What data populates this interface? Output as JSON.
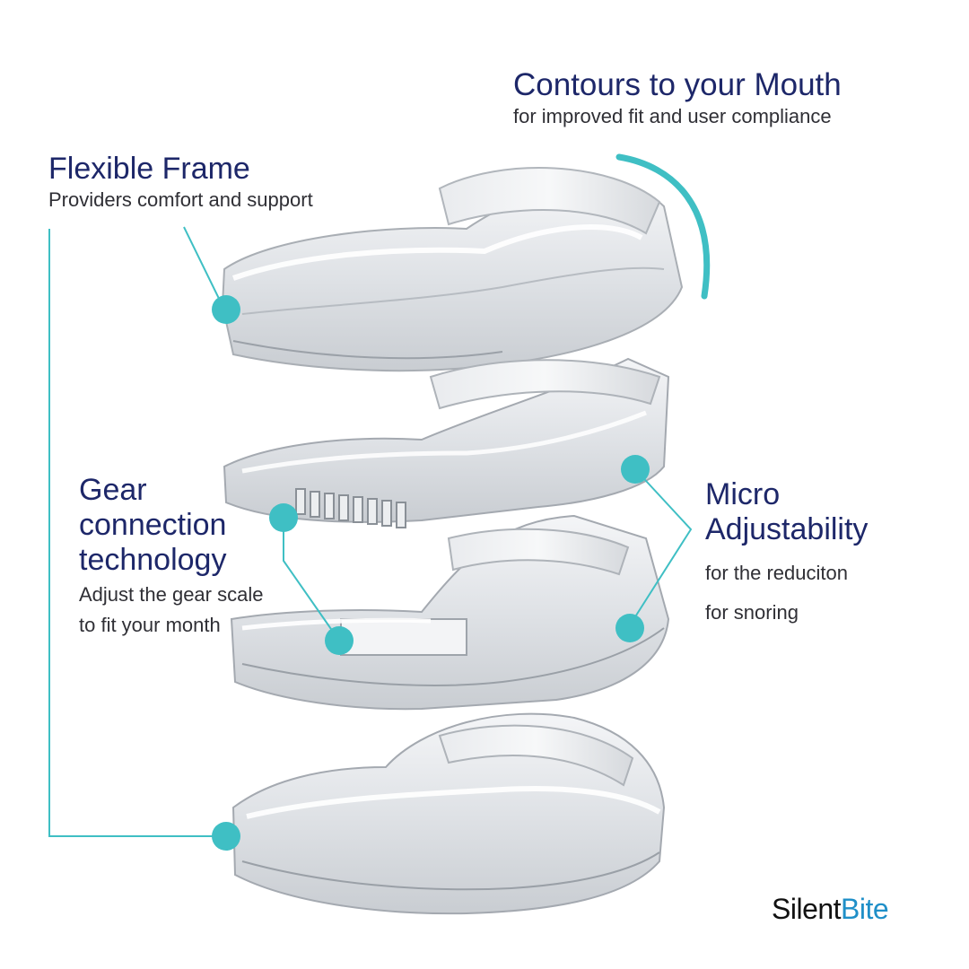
{
  "callouts": {
    "contours": {
      "title": "Contours to your Mouth",
      "subtitle": "for improved fit and user compliance"
    },
    "flexible": {
      "title": "Flexible Frame",
      "subtitle": "Providers comfort and support"
    },
    "gear": {
      "title_line1": "Gear",
      "title_line2": "connection",
      "title_line3": "technology",
      "subtitle_line1": "Adjust the gear scale",
      "subtitle_line2": "to fit your month"
    },
    "micro": {
      "title_line1": "Micro",
      "title_line2": "Adjustability",
      "subtitle_line1": "for the reduciton",
      "subtitle_line2": "for snoring"
    }
  },
  "brand": {
    "part1": "Silent",
    "part2": "Bite"
  },
  "colors": {
    "accent": "#3fbfc4",
    "title": "#1d2769",
    "text": "#2f2f35",
    "brand_blue": "#1f8fc8"
  },
  "illustration": {
    "subject": "exploded-mouthguard-layers",
    "layer_count": 4
  }
}
